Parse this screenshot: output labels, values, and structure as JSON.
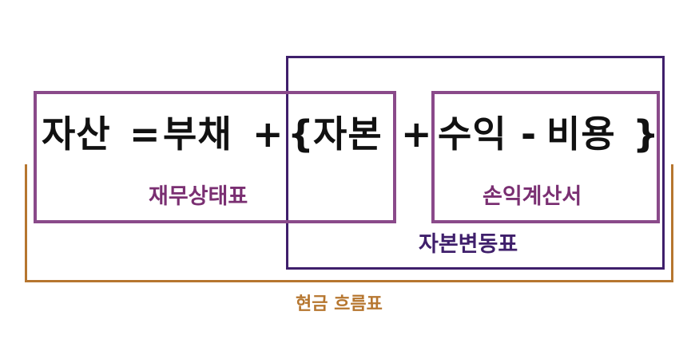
{
  "equation": {
    "assets": "자산",
    "equals": "=",
    "liabilities": "부채",
    "plus1": "+",
    "open_brace": "{",
    "capital": "자본",
    "plus2": "+",
    "revenue": "수익",
    "minus": "-",
    "expense": "비용",
    "close_brace": "}"
  },
  "labels": {
    "balance_sheet": "재무상태표",
    "income_statement": "손익계산서",
    "equity_changes": "자본변동표",
    "cash_flow": "현금 흐름표"
  },
  "colors": {
    "balance_sheet_box": "#8a4a8a",
    "income_statement_box": "#8a4a8a",
    "equity_changes_box": "#3f1f6b",
    "cash_flow_bracket": "#b6762f",
    "label_purple": "#7a2f72",
    "label_indigo": "#3f1f6b"
  }
}
